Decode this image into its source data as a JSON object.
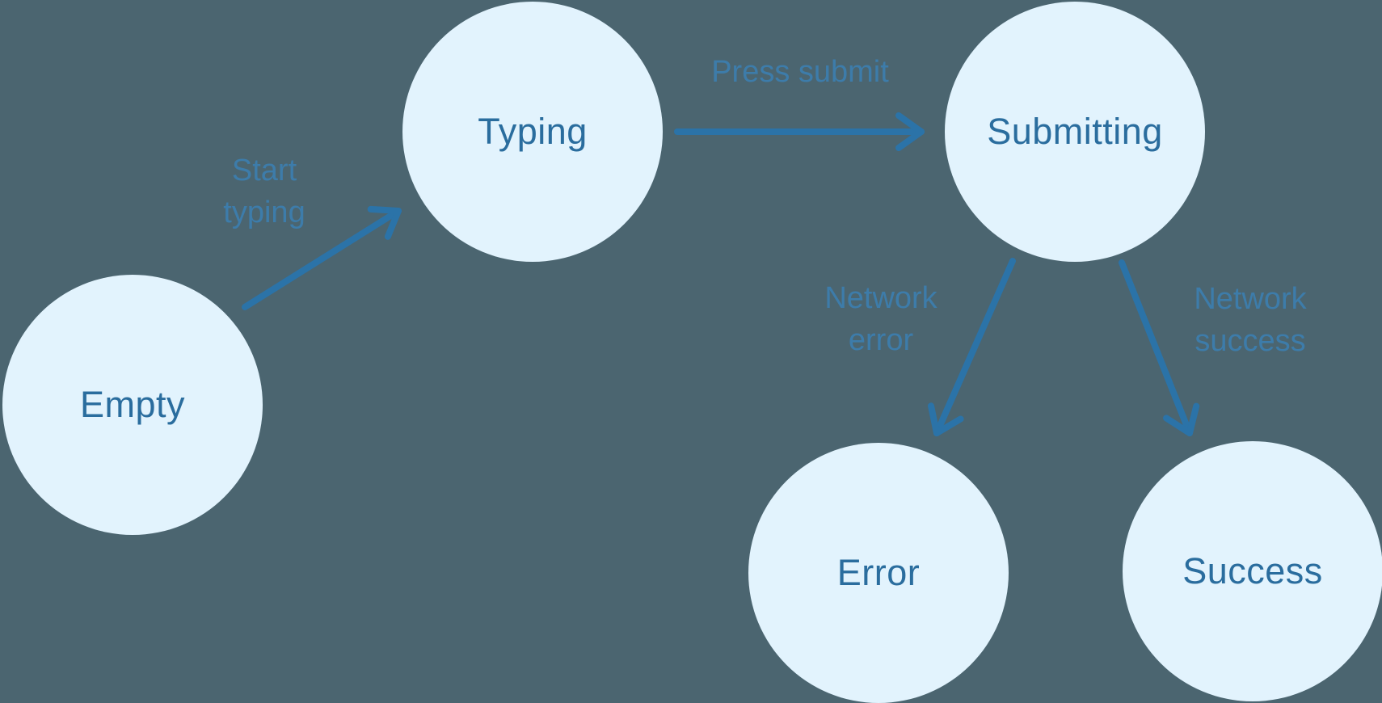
{
  "diagram": {
    "kind": "form-submission-state-machine",
    "colors": {
      "background": "#4B6570",
      "node_fill": "#E2F3FD",
      "node_text": "#2A6D9E",
      "arrow": "#2B73A8",
      "edge_label_text": "#3D7CAA"
    },
    "states": [
      {
        "id": "empty",
        "label": "Empty"
      },
      {
        "id": "typing",
        "label": "Typing"
      },
      {
        "id": "submitting",
        "label": "Submitting"
      },
      {
        "id": "error",
        "label": "Error"
      },
      {
        "id": "success",
        "label": "Success"
      }
    ],
    "transitions": [
      {
        "from": "empty",
        "to": "typing",
        "label": "Start typing",
        "lines": [
          "Start",
          "typing"
        ]
      },
      {
        "from": "typing",
        "to": "submitting",
        "label": "Press submit",
        "lines": [
          "Press submit"
        ]
      },
      {
        "from": "submitting",
        "to": "error",
        "label": "Network error",
        "lines": [
          "Network",
          "error"
        ]
      },
      {
        "from": "submitting",
        "to": "success",
        "label": "Network success",
        "lines": [
          "Network",
          "success"
        ]
      }
    ]
  }
}
